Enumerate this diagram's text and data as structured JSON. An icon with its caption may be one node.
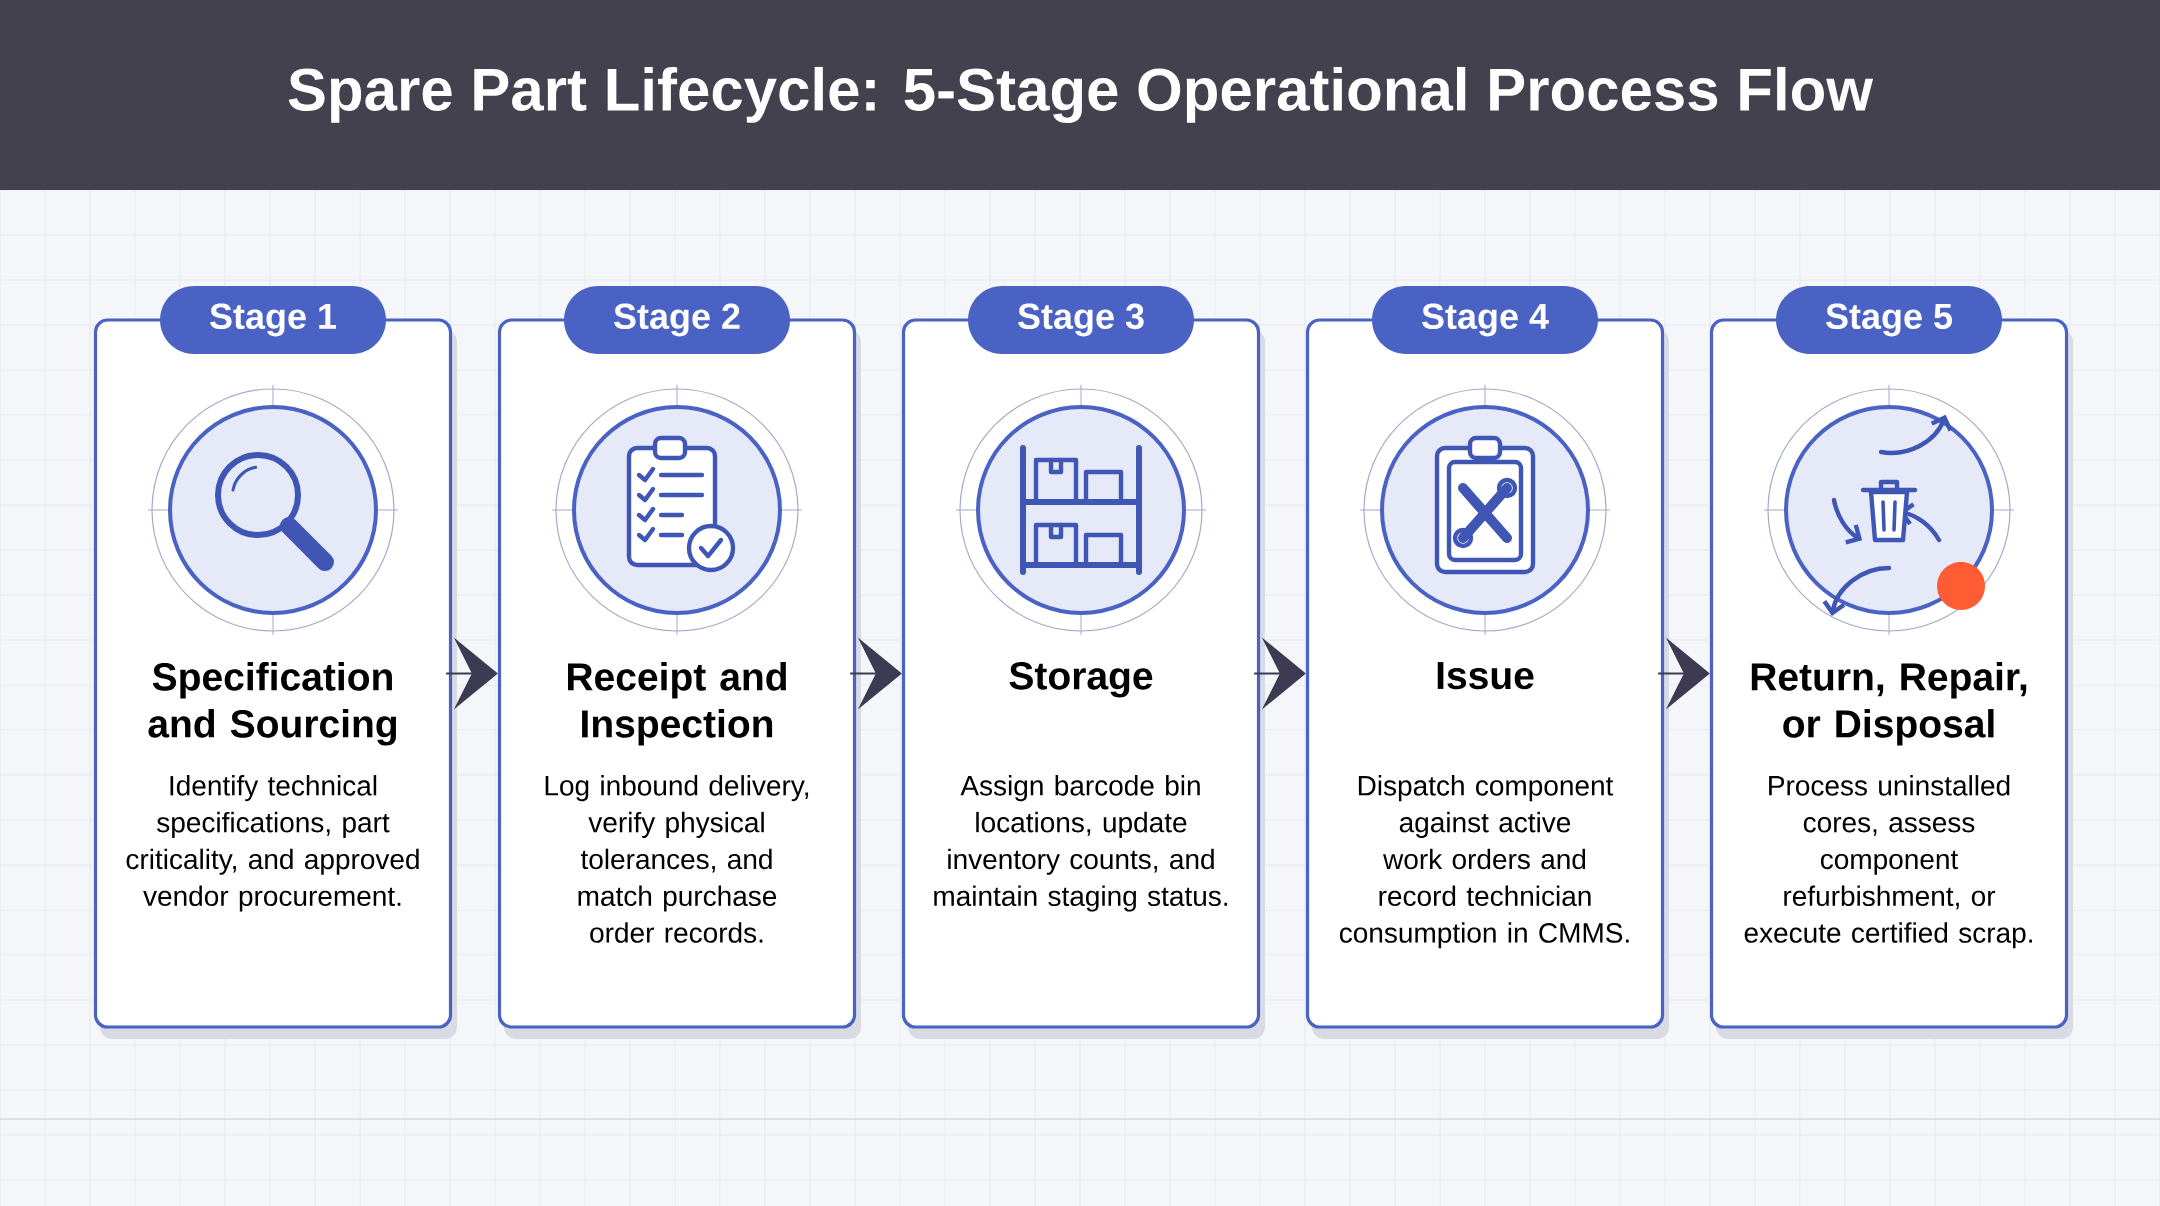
{
  "diagram": {
    "title": "Spare Part Lifecycle: 5-Stage Operational Process Flow",
    "nodes": [
      {
        "text": [
          "Stage 1",
          "Specification and Sourcing",
          "Identify technical specifications, part criticality, and approved vendor procurement."
        ]
      },
      {
        "text": [
          "Stage 2",
          "Receipt and Inspection",
          "Log inbound delivery, verify physical tolerances, and match purchase order records."
        ]
      },
      {
        "text": [
          "Stage 3",
          "Storage",
          "Assign barcode bin locations, update inventory counts, and maintain staging status."
        ]
      },
      {
        "text": [
          "Stage 4",
          "Issue",
          "Dispatch component against active work orders and record technician consumption in CMMS."
        ]
      },
      {
        "text": [
          "Stage 5",
          "Return, Repair, or Disposal",
          "Process uninstalled cores, assess component refurbishment, or execute certified scrap."
        ]
      }
    ],
    "edges": [
      {
        "from": 0,
        "to": 1,
        "arrow": "to"
      },
      {
        "from": 1,
        "to": 2,
        "arrow": "to"
      },
      {
        "from": 2,
        "to": 3,
        "arrow": "to"
      },
      {
        "from": 3,
        "to": 4,
        "arrow": "to"
      }
    ]
  }
}
